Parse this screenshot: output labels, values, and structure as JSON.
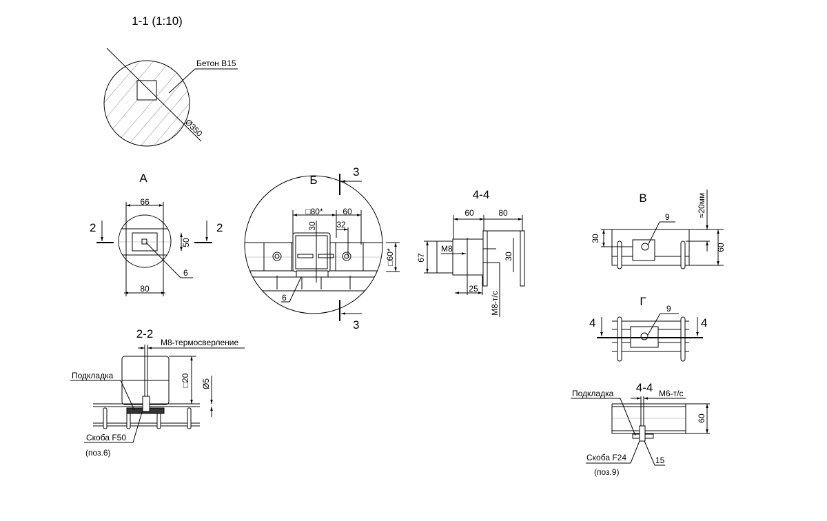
{
  "section_1_1": {
    "title": "1-1 (1:10)",
    "material": "Бетон В15",
    "diameter": "Ø350"
  },
  "view_a": {
    "title": "А",
    "dim_top": "66",
    "dim_side": "50",
    "dim_bottom": "80",
    "pos": "6",
    "cut_left": "2",
    "cut_right": "2"
  },
  "view_b": {
    "title": "Б",
    "cut_top": "3",
    "cut_bottom": "3",
    "dim_tube": "□80*",
    "dim_60": "60",
    "dim_30": "30",
    "dim_32": "32",
    "dim_side": "□60*",
    "pos": "6"
  },
  "section_4_4_top": {
    "title": "4-4",
    "dim_60": "60",
    "dim_80": "80",
    "dim_67": "67",
    "bolt": "М8",
    "dim_30": "30",
    "dim_25": "25",
    "screw": "М8-т/с"
  },
  "view_v": {
    "title": "В",
    "pos": "9",
    "dim_30": "30",
    "gap": "≈20мм",
    "dim_60": "60"
  },
  "view_g": {
    "title": "Г",
    "pos": "9",
    "cut_left": "4",
    "cut_right": "4"
  },
  "section_2_2": {
    "title": "2-2",
    "drill": "М8-термосверление",
    "pad": "Подкладка",
    "dim_20": "□20",
    "dim_5": "Ø5",
    "clamp": "Скоба F50",
    "clamp_pos": "(поз.6)"
  },
  "section_4_4_bottom": {
    "title": "4-4",
    "pad": "Подкладка",
    "screw": "М6-т/с",
    "dim_60": "60",
    "clamp": "Скоба F24",
    "clamp_pos": "(поз.9)",
    "pos": "15"
  }
}
